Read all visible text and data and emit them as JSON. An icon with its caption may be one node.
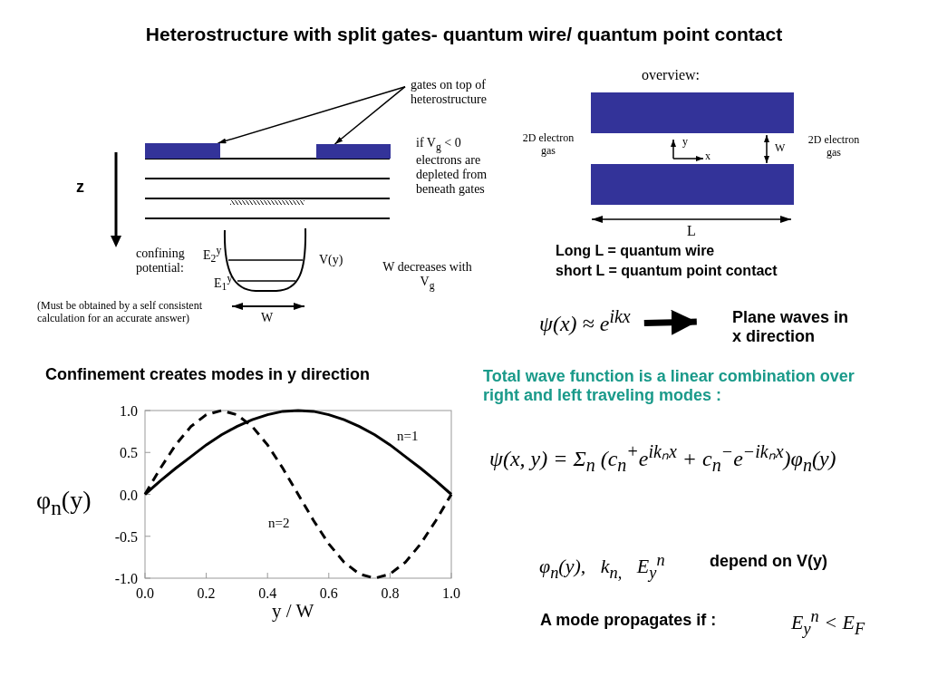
{
  "diagram": {
    "title": "Heterostructure with split gates- quantum wire/ quantum point contact",
    "nodes": [
      {
        "text": [
          "gates on top of heterostructure"
        ]
      },
      {
        "text": [],
        "shape": "bar"
      },
      {
        "text": [],
        "shape": "bar"
      },
      {
        "text": [
          "ψ(x) ≈ e$^{ikx}$"
        ]
      },
      {
        "text": [
          "Plane waves in x direction"
        ]
      }
    ],
    "edges": [
      {
        "from": 0,
        "to": 1,
        "arrow": "to"
      },
      {
        "from": 0,
        "to": 2,
        "arrow": "to"
      },
      {
        "from": 3,
        "to": 4,
        "arrow": "to",
        "style": "thick"
      }
    ],
    "labels": [
      "if V$_{g}$ < 0 electrons are depleted from beneath gates",
      "z",
      "confining potential:",
      "E$_{2}$$^{y}$",
      "E$_{1}$$^{y}$",
      "V(y)",
      "W decreases with V$_{g}$",
      "W",
      "(Must be obtained by a self consistent calculation for an accurate answer)",
      "overview:",
      "2D electron gas",
      "y",
      "x",
      "W",
      "2D electron gas",
      "L",
      "Long L = quantum wire",
      "short L = quantum point contact",
      "Confinement creates modes in y direction",
      "Total wave function is a linear combination over right and left traveling modes :",
      "ψ(x, y) = Σ$_{n}$ (c$_{n}$$^{+}$e$^{ikₙx}$ + c$_{n}$$^{−}$e$^{−ikₙx}$)φ$_{n}$(y)",
      "φ$_{n}$(y),   k$_{n,}$   E$_{y}$$^{n}$",
      "depend on V(y)",
      "A mode propagates if :",
      "E$_{y}$$^{n}$ < E$_{F}$"
    ],
    "chart_data": {
      "type": "line",
      "xlabel": "y / W",
      "ylabel": "φ$_{n}$(y)",
      "x": [
        0,
        0.05,
        0.1,
        0.15,
        0.2,
        0.25,
        0.3,
        0.35,
        0.4,
        0.45,
        0.5,
        0.55,
        0.6,
        0.65,
        0.7,
        0.75,
        0.8,
        0.85,
        0.9,
        0.95,
        1
      ],
      "series": [
        {
          "name": "n=1",
          "color": "#000000",
          "line_style": "solid",
          "values": [
            0,
            0.16,
            0.31,
            0.45,
            0.59,
            0.71,
            0.81,
            0.89,
            0.95,
            0.99,
            1,
            0.99,
            0.95,
            0.89,
            0.81,
            0.71,
            0.59,
            0.45,
            0.31,
            0.16,
            0
          ]
        },
        {
          "name": "n=2",
          "color": "#000000",
          "line_style": "dashed",
          "values": [
            0,
            0.31,
            0.59,
            0.81,
            0.95,
            1,
            0.95,
            0.81,
            0.59,
            0.31,
            0,
            -0.31,
            -0.59,
            -0.81,
            -0.95,
            -1,
            -0.95,
            -0.81,
            -0.59,
            -0.31,
            0
          ]
        }
      ],
      "xlim": [
        0,
        1
      ],
      "ylim": [
        -1,
        1
      ],
      "xticks": [
        {
          "value": 0,
          "label": "0.0"
        },
        {
          "value": 0.2,
          "label": "0.2"
        },
        {
          "value": 0.4,
          "label": "0.4"
        },
        {
          "value": 0.6,
          "label": "0.6"
        },
        {
          "value": 0.8,
          "label": "0.8"
        },
        {
          "value": 1,
          "label": "1.0"
        }
      ],
      "yticks": [
        {
          "value": -1,
          "label": "-1.0"
        },
        {
          "value": -0.5,
          "label": "-0.5"
        },
        {
          "value": 0,
          "label": "0.0"
        },
        {
          "value": 0.5,
          "label": "0.5"
        },
        {
          "value": 1,
          "label": "1.0"
        }
      ]
    }
  }
}
